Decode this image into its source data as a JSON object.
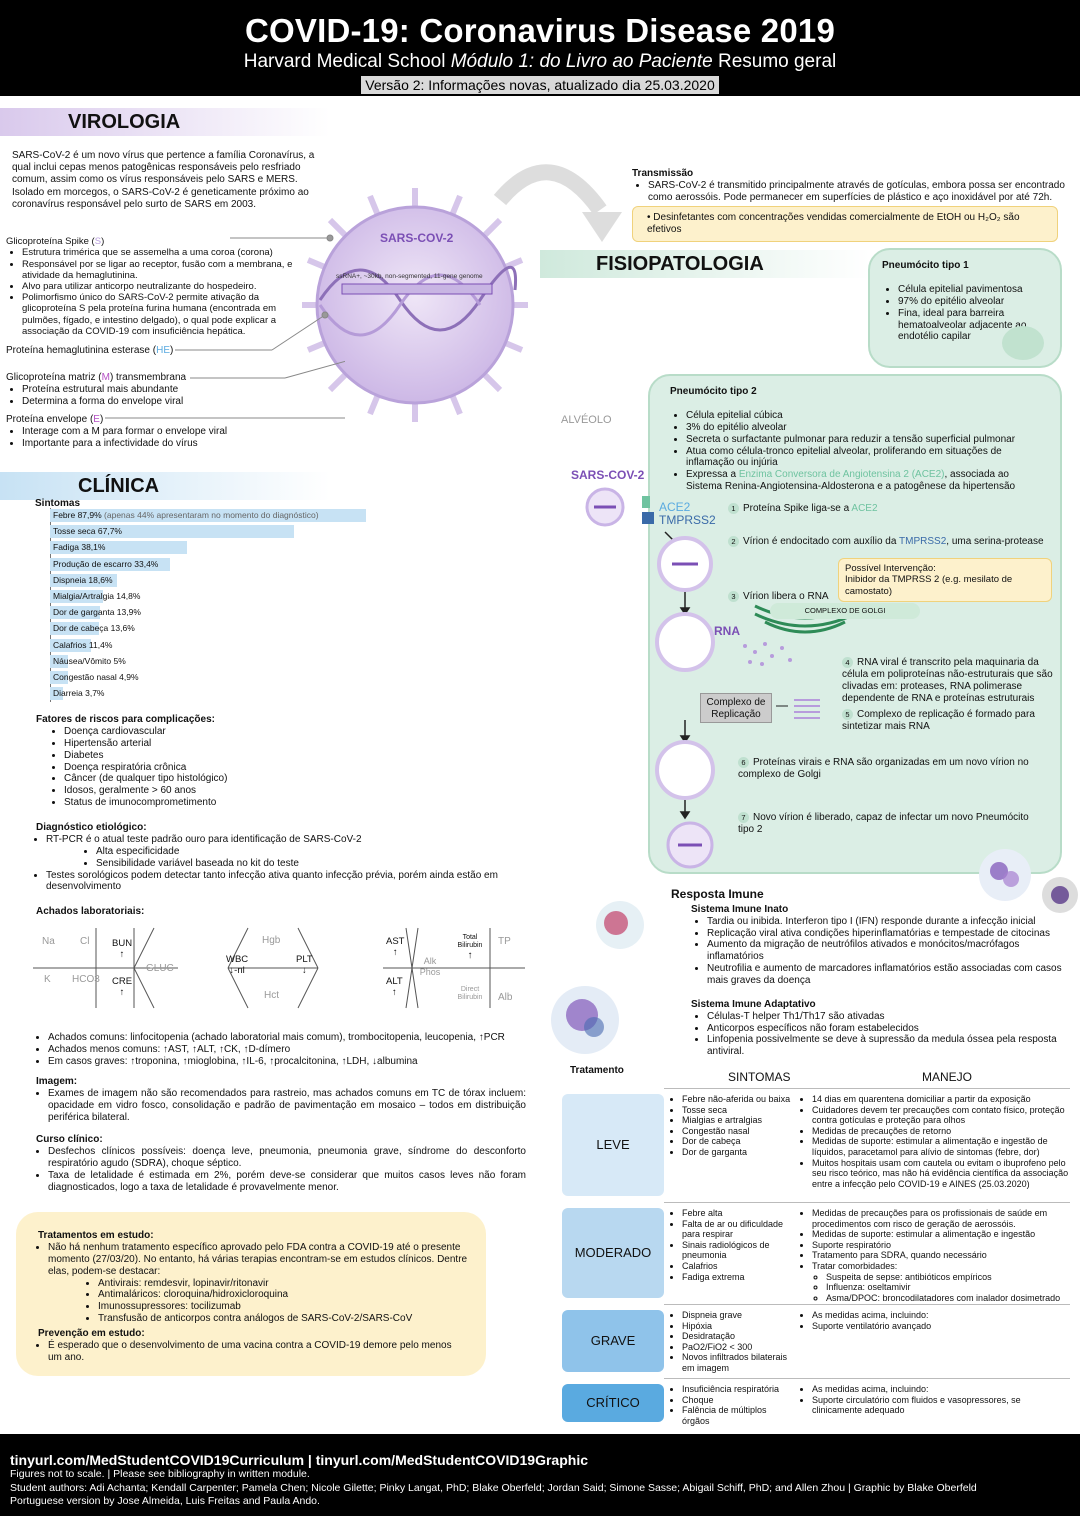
{
  "header": {
    "title": "COVID-19: Coronavirus Disease 2019",
    "subtitle_pre": "Harvard Medical School ",
    "subtitle_em": "Módulo 1: do Livro ao Paciente",
    "subtitle_post": " Resumo geral",
    "version": "Versão 2: Informações novas, atualizado dia 25.03.2020"
  },
  "virologia": {
    "heading": "VIROLOGIA",
    "intro": "SARS-CoV-2  é um novo vírus que pertence a família Coronavírus, a qual inclui cepas menos patogênicas responsáveis pelo resfriado comum, assim como os vírus responsáveis pelo SARS e MERS. Isolado em morcegos, o SARS-CoV-2 é geneticamente próximo ao coronavírus responsável pelo surto de SARS em 2003.",
    "virus_label": "SARS-COV-2",
    "genome_label": "ssRNA+, ~30kb, non-segmented, 11-gene genome",
    "spike_title": "Glicoproteína Spike (",
    "spike_letter": "S",
    "spike_close": ")",
    "spike_items": [
      "Estrutura trimérica que se assemelha a uma coroa (corona)",
      "Responsável por se ligar ao receptor, fusão com a membrana, e atividade da hemaglutinina.",
      "Alvo para utilizar anticorpo neutralizante do hospedeiro.",
      "Polimorfismo único do SARS-CoV-2 permite ativação da glicoproteína S pela proteína furina humana (encontrada em pulmões, fígado, e intestino delgado), o qual pode explicar a associação da COVID-19 com insuficiência hepática."
    ],
    "he_title": "Proteína hemaglutinina esterase (",
    "he_letter": "HE",
    "he_close": ")",
    "m_title": "Glicoproteína matriz (",
    "m_letter": "M",
    "m_close": ") transmembrana",
    "m_items": [
      "Proteína estrutural mais abundante",
      "Determina a forma do envelope viral"
    ],
    "e_title": "Proteína envelope (",
    "e_letter": "E",
    "e_close": ")",
    "e_items": [
      "Interage com a M para formar o envelope viral",
      "Importante para a infectividade do vírus"
    ]
  },
  "transmissao": {
    "title": "Transmissão",
    "item": "SARS-CoV-2 é transmitido principalmente através de gotículas, embora possa ser encontrado como aerossóis. Pode permanecer em superfícies de plástico e aço inoxidável por até 72h.",
    "note": "Desinfetantes com concentrações vendidas comercialmente de EtOH ou H₂O₂ são efetivos"
  },
  "fisio": {
    "heading": "FISIOPATOLOGIA",
    "alveolo": "ALVÉOLO",
    "virus_label": "SARS-COV-2",
    "ace2": "ACE2",
    "tmprss2": "TMPRSS2",
    "p1_title": "Pneumócito tipo 1",
    "p1_items": [
      "Célula epitelial pavimentosa",
      "97% do epitélio alveolar",
      "Fina, ideal para barreira hematoalveolar adjacente ao endotélio capilar"
    ],
    "p2_title": "Pneumócito tipo 2",
    "p2_items": [
      "Célula epitelial cúbica",
      "3% do epitélio alveolar",
      "Secreta o surfactante pulmonar para reduzir a tensão superficial pulmonar",
      "Atua como célula-tronco epitelial alveolar, proliferando em situações de inflamação ou injúria"
    ],
    "p2_last_pre": "Expressa a ",
    "p2_last_hl": "Enzima Conversora de Angiotensina 2 (ACE2)",
    "p2_last_post": ", associada ao Sistema Renina-Angiotensina-Aldosterona e a patogênese da hipertensão",
    "steps": [
      {
        "n": "1",
        "pre": "Proteína Spike liga-se a ",
        "hl": "ACE2",
        "post": ""
      },
      {
        "n": "2",
        "pre": "Vírion é endocitado com auxílio da ",
        "hl": "TMPRSS2",
        "post": ", uma serina-protease"
      },
      {
        "n": "3",
        "pre": "Vírion libera o RNA",
        "hl": "",
        "post": ""
      },
      {
        "n": "4",
        "pre": "RNA viral é transcrito pela maquinaria da célula em poliproteínas não-estruturais que são clivadas em: proteases, RNA polimerase dependente de RNA e proteínas estruturais",
        "hl": "",
        "post": ""
      },
      {
        "n": "5",
        "pre": "Complexo de replicação é formado para sintetizar mais RNA",
        "hl": "",
        "post": ""
      },
      {
        "n": "6",
        "pre": "Proteínas virais e RNA são organizadas em um novo vírion no complexo de Golgi",
        "hl": "",
        "post": ""
      },
      {
        "n": "7",
        "pre": "Novo vírion é liberado, capaz de infectar um novo Pneumócito tipo 2",
        "hl": "",
        "post": ""
      }
    ],
    "intervencao_title": "Possível Intervenção:",
    "intervencao_text": "Inibidor da TMPRSS 2 (e.g. mesilato de camostato)",
    "golgi": "COMPLEXO DE GOLGI",
    "rna": "RNA",
    "replicacao": "Complexo de Replicação"
  },
  "imune": {
    "title": "Resposta Imune",
    "inato_title": "Sistema Imune Inato",
    "inato_items": [
      "Tardia ou inibida. Interferon tipo I (IFN) responde durante a infecção inicial",
      "Replicação viral ativa condições hiperinflamatórias e tempestade de citocinas",
      "Aumento da migração de neutrófilos ativados e monócitos/macrófagos inflamatórios",
      "Neutrofilia e aumento de marcadores inflamatórios estão associadas com casos mais graves da doença"
    ],
    "adapt_title": "Sistema Imune Adaptativo",
    "adapt_items": [
      "Células-T helper Th1/Th17 são ativadas",
      "Anticorpos específicos não foram estabelecidos",
      "Linfopenia possivelmente se deve à supressão da medula óssea pela resposta antiviral."
    ]
  },
  "clinica": {
    "heading": "CLÍNICA",
    "sintomas_title": "Sintomas",
    "fever_note": "(apenas 44% apresentaram no momento do diagnóstico)",
    "risk_title": "Fatores de riscos para complicações:",
    "risk_items": [
      "Doença cardiovascular",
      "Hipertensão arterial",
      "Diabetes",
      "Doença respiratória crônica",
      "Câncer (de qualquer tipo histológico)",
      "Idosos, geralmente > 60 anos",
      "Status de imunocomprometimento"
    ],
    "diag_title": "Diagnóstico etiológico:",
    "diag_item1": "RT-PCR é o atual teste padrão ouro para identificação de SARS-CoV-2",
    "diag_sub": [
      "Alta especificidade",
      "Sensibilidade variável baseada no kit do teste"
    ],
    "diag_item2": "Testes sorológicos podem detectar tanto infecção ativa quanto infecção prévia, porém ainda estão em desenvolvimento",
    "lab_title": "Achados laboratoriais:",
    "lab_items": [
      "Achados comuns: linfocitopenia (achado laboratorial mais comum), trombocitopenia, leucopenia, ↑PCR",
      "Achados menos comuns: ↑AST, ↑ALT, ↑CK, ↑D-dímero",
      "Em casos graves: ↑troponina, ↑mioglobina, ↑IL-6, ↑procalcitonina, ↑LDH, ↓albumina"
    ],
    "img_title": "Imagem:",
    "img_item": "Exames de imagem não são recomendados para rastreio, mas achados comuns em TC de tórax incluem: opacidade em vidro fosco, consolidação e padrão de pavimentação em mosaico – todos em distribuição periférica bilateral.",
    "curso_title": "Curso clínico:",
    "curso_items": [
      "Desfechos clínicos possíveis: doença leve, pneumonia, pneumonia grave, síndrome do desconforto respiratório agudo (SDRA), choque séptico.",
      "Taxa de letalidade é estimada em 2%, porém deve-se considerar que muitos casos leves não foram diagnosticados, logo a taxa de letalidade é provavelmente menor."
    ]
  },
  "labs": {
    "bmp": {
      "na": "Na",
      "cl": "Cl",
      "bun": "BUN",
      "bun_v": "↑",
      "k": "K",
      "hco3": "HCO3",
      "cre": "CRE",
      "cre_v": "↑",
      "gluc": "GLUC"
    },
    "cbc": {
      "hgb": "Hgb",
      "wbc": "WBC",
      "wbc_v": "↓-nl",
      "plt": "PLT",
      "plt_v": "↓",
      "hct": "Hct"
    },
    "lft": {
      "ast": "AST",
      "ast_v": "↑",
      "alt": "ALT",
      "alt_v": "↑",
      "alk": "Alk Phos",
      "tbili": "Total Bilirubin",
      "tbili_v": "↑",
      "tp": "TP",
      "dbili": "Direct Bilirubin",
      "alb": "Alb"
    }
  },
  "estudo": {
    "title": "Tratamentos em estudo:",
    "item": "Não há nenhum tratamento específico aprovado pelo FDA contra a COVID-19 até o presente momento (27/03/20). No entanto, há várias terapias encontram-se em estudos clínicos. Dentre elas, podem-se destacar:",
    "sub": [
      "Antivirais: remdesvir, lopinavir/ritonavir",
      "Antimaláricos: cloroquina/hidroxicloroquina",
      "Imunossupressores: tocilizumab",
      "Transfusão de anticorpos contra análogos de SARS-CoV-2/SARS-CoV"
    ],
    "prev_title": "Prevenção em estudo:",
    "prev_item": "É esperado que o desenvolvimento de uma vacina contra a COVID-19 demore pelo menos um ano."
  },
  "tratamento": {
    "title": "Tratamento",
    "col_sint": "SINTOMAS",
    "col_manejo": "MANEJO",
    "rows": [
      {
        "label": "LEVE",
        "sint": [
          "Febre não-aferida ou baixa",
          "Tosse seca",
          "Mialgias e artralgias",
          "Congestão nasal",
          "Dor de cabeça",
          "Dor de garganta"
        ],
        "manejo": [
          "14 dias em quarentena domiciliar a partir da exposição",
          "Cuidadores devem ter precauções com contato físico, proteção contra gotículas e proteção para olhos",
          "Medidas de precauções de retorno",
          "Medidas de suporte: estimular a alimentação e ingestão de líquidos, paracetamol para alívio de sintomas (febre, dor)",
          "Muitos hospitais usam com cautela ou evitam o ibuprofeno pelo seu risco teórico, mas não há evidência científica da associação entre a infecção pelo COVID-19 e AINES (25.03.2020)"
        ],
        "sub": []
      },
      {
        "label": "MODERADO",
        "sint": [
          "Febre alta",
          "Falta de ar ou dificuldade para respirar",
          "Sinais radiológicos de pneumonia",
          "Calafrios",
          "Fadiga extrema"
        ],
        "manejo": [
          "Medidas de precauções para os profissionais de saúde em procedimentos com risco de geração de aerossóis.",
          "Medidas de suporte: estimular a alimentação e ingestão",
          "Suporte respiratório",
          "Tratamento para SDRA, quando necessário",
          "Tratar comorbidades:"
        ],
        "sub": [
          "Suspeita de sepse: antibióticos empíricos",
          "Influenza: oseltamivir",
          "Asma/DPOC: broncodilatadores com inalador dosimetrado"
        ]
      },
      {
        "label": "GRAVE",
        "sint": [
          "Dispneia grave",
          "Hipóxia",
          "Desidratação",
          "PaO2/FiO2 < 300",
          "Novos infiltrados bilaterais em imagem"
        ],
        "manejo": [
          "As medidas acima, incluindo:",
          "Suporte ventilatório avançado"
        ],
        "sub": []
      },
      {
        "label": "CRÍTICO",
        "sint": [
          "Insuficiência respiratória",
          "Choque",
          "Falência de múltiplos órgãos"
        ],
        "manejo": [
          "As medidas acima, incluindo:",
          "Suporte circulatório com fluidos e vasopressores, se clinicamente adequado"
        ],
        "sub": []
      }
    ]
  },
  "footer": {
    "links": "tinyurl.com/MedStudentCOVID19Curriculum | tinyurl.com/MedStudentCOVID19Graphic",
    "line1": "Figures not to scale. | Please see bibliography in written module.",
    "line2": "Student authors: Adi Achanta; Kendall Carpenter; Pamela Chen; Nicole Gilette; Pinky Langat, PhD; Blake Oberfeld; Jordan Said; Simone Sasse; Abigail Schiff, PhD; and Allen Zhou | Graphic by Blake Oberfeld",
    "line3": "Portuguese version by Jose Almeida, Luis Freitas and Paula Ando."
  },
  "chart_data": {
    "type": "bar",
    "title": "Sintomas",
    "categories": [
      "Febre",
      "Tosse seca",
      "Fadiga",
      "Produção de escarro",
      "Dispneia",
      "Mialgia/Artralgia",
      "Dor de garganta",
      "Dor de cabeça",
      "Calafrios",
      "Náusea/Vômito",
      "Congestão nasal",
      "Diarreia"
    ],
    "values": [
      87.9,
      67.7,
      38.1,
      33.4,
      18.6,
      14.8,
      13.9,
      13.6,
      11.4,
      5,
      4.9,
      3.7
    ],
    "labels": [
      "87,9%",
      "67,7%",
      "38,1%",
      "33,4%",
      "18,6%",
      "14,8%",
      "13,9%",
      "13,6%",
      "11,4%",
      "5%",
      "4,9%",
      "3,7%"
    ],
    "orientation": "horizontal",
    "xlim": [
      0,
      100
    ],
    "color": "#c7e2f4"
  },
  "colors": {
    "accent_green": "#dbeee5",
    "accent_purple": "#7b4fb5",
    "accent_blue": "#5a8fc4",
    "ace2_green": "#6fc3a0",
    "mild": "#d7e9f7",
    "moderate": "#b8d8f0",
    "severe": "#8fc3ea",
    "critical": "#5aaae0"
  }
}
